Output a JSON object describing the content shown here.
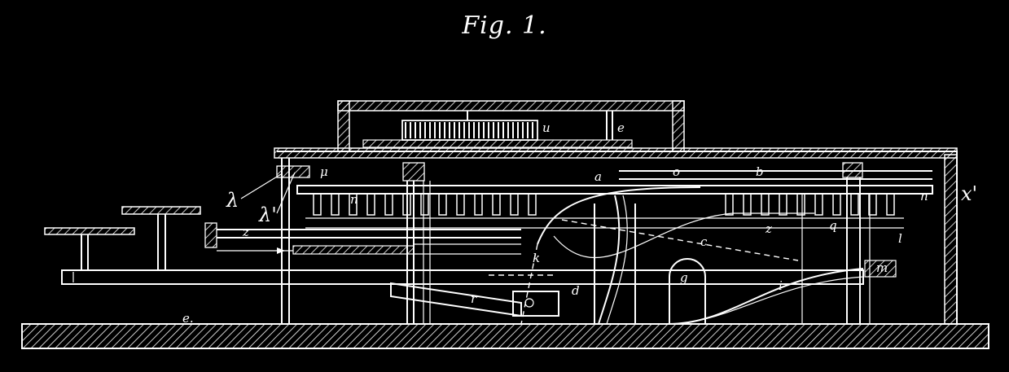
{
  "figure": {
    "title": "Fig. 1.",
    "labels": {
      "lambda": "λ",
      "lambda_prime": "λ'",
      "mu": "μ",
      "n": "n",
      "u": "u",
      "e": "e",
      "z": "z",
      "b": "b",
      "a": "a",
      "o": "o",
      "c": "c",
      "d": "d",
      "g": "g",
      "i": "i",
      "k": "k",
      "l": "l",
      "m": "m",
      "q": "q",
      "r": "r",
      "x_prime": "x'",
      "ground": "e."
    }
  }
}
